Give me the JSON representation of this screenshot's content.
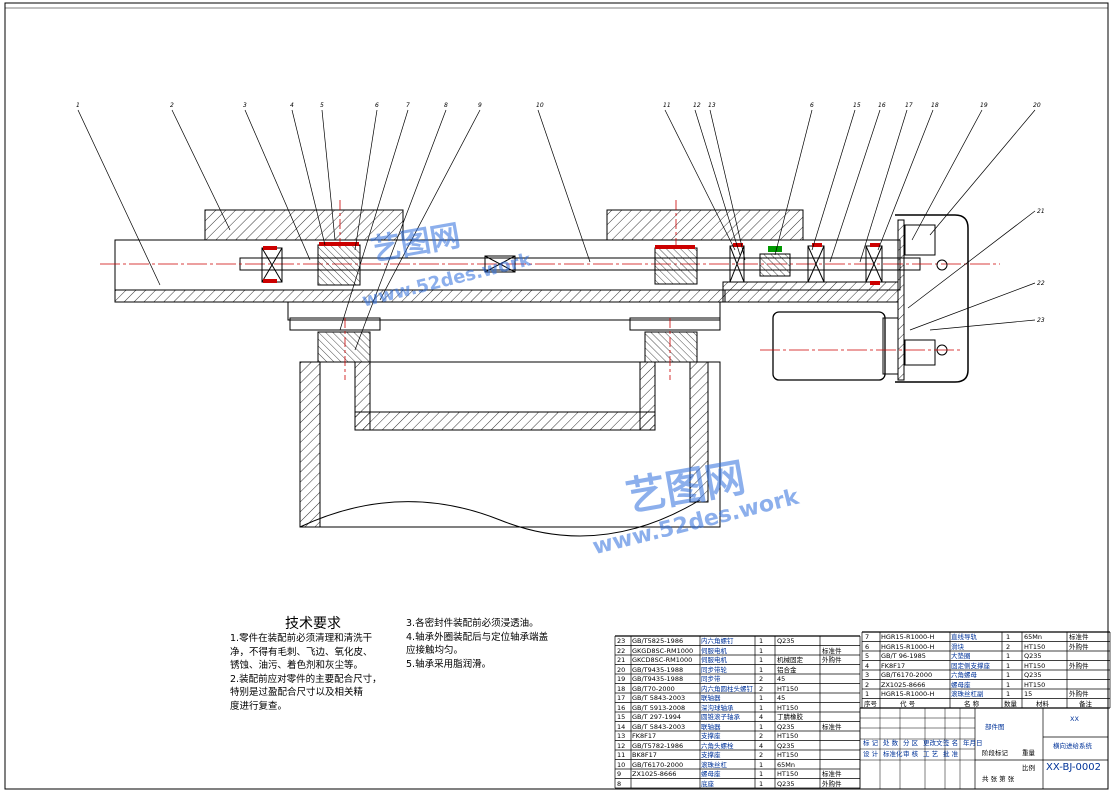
{
  "callouts": [
    "1",
    "2",
    "3",
    "4",
    "5",
    "6",
    "7",
    "8",
    "9",
    "10",
    "11",
    "12",
    "13",
    "6",
    "15",
    "16",
    "17",
    "18",
    "19",
    "20",
    "21",
    "22",
    "23"
  ],
  "watermark": {
    "brand": "艺图网",
    "url": "www.52des.work"
  },
  "tech_requirements": {
    "title": "技术要求",
    "items": [
      "1.零件在装配前必须清理和清洗干",
      "净，不得有毛刺、飞边、氧化皮、",
      "锈蚀、油污、着色剂和灰尘等。",
      "2.装配前应对零件的主要配合尺寸，",
      "特别是过盈配合尺寸以及相关精",
      "度进行复查。",
      "3.各密封件装配前必须浸透油。",
      "4.轴承外圈装配后与定位轴承端盖",
      "应接触均匀。",
      "5.轴承采用脂润滑。"
    ]
  },
  "bom_left": [
    {
      "no": "23",
      "code": "GB/T5825-1986",
      "name": "内六角螺钉",
      "qty": "1",
      "mat": "Q235",
      "note": ""
    },
    {
      "no": "22",
      "code": "GKGD8SC-RM1000",
      "name": "伺服电机",
      "qty": "1",
      "mat": "",
      "note": "标准件"
    },
    {
      "no": "21",
      "code": "GKCD8SC-RM1000",
      "name": "伺服电机",
      "qty": "1",
      "mat": "机械固定",
      "note": "外购件"
    },
    {
      "no": "20",
      "code": "GB/T9435-1988",
      "name": "同步带轮",
      "qty": "1",
      "mat": "铝合金",
      "note": ""
    },
    {
      "no": "19",
      "code": "GB/T9435-1988",
      "name": "同步带",
      "qty": "2",
      "mat": "45",
      "note": ""
    },
    {
      "no": "18",
      "code": "GB/T70-2000",
      "name": "内六角圆柱头螺钉",
      "qty": "2",
      "mat": "HT150",
      "note": ""
    },
    {
      "no": "17",
      "code": "GB/T 5843-2003",
      "name": "联轴器",
      "qty": "1",
      "mat": "45",
      "note": ""
    },
    {
      "no": "16",
      "code": "GB/T 5913-2008",
      "name": "深沟球轴承",
      "qty": "1",
      "mat": "HT150",
      "note": ""
    },
    {
      "no": "15",
      "code": "GB/T 297-1994",
      "name": "圆锥滚子轴承",
      "qty": "4",
      "mat": "丁腈橡胶",
      "note": ""
    },
    {
      "no": "14",
      "code": "GB/T 5843-2003",
      "name": "联轴器",
      "qty": "1",
      "mat": "Q235",
      "note": "标准件"
    },
    {
      "no": "13",
      "code": "FK8F17",
      "name": "支撑座",
      "qty": "2",
      "mat": "HT150",
      "note": ""
    },
    {
      "no": "12",
      "code": "GB/T5782-1986",
      "name": "六角头螺栓",
      "qty": "4",
      "mat": "Q235",
      "note": ""
    },
    {
      "no": "11",
      "code": "BK8F17",
      "name": "支撑座",
      "qty": "2",
      "mat": "HT150",
      "note": ""
    },
    {
      "no": "10",
      "code": "GB/T6170-2000",
      "name": "滚珠丝杠",
      "qty": "1",
      "mat": "65Mn",
      "note": ""
    },
    {
      "no": "9",
      "code": "ZX1025-8666",
      "name": "螺母座",
      "qty": "1",
      "mat": "HT150",
      "note": "标准件"
    },
    {
      "no": "8",
      "code": "",
      "name": "底座",
      "qty": "1",
      "mat": "Q235",
      "note": "外购件"
    }
  ],
  "bom_right": [
    {
      "no": "7",
      "code": "HGR15-R1000-H",
      "name": "直线导轨",
      "qty": "1",
      "mat": "65Mn",
      "note": "标准件"
    },
    {
      "no": "6",
      "code": "HGR15-R1000-H",
      "name": "滑块",
      "qty": "2",
      "mat": "HT150",
      "note": "外购件"
    },
    {
      "no": "5",
      "code": "GB/T 96-1985",
      "name": "大垫圈",
      "qty": "1",
      "mat": "Q235",
      "note": ""
    },
    {
      "no": "4",
      "code": "FK8F17",
      "name": "固定侧支撑座",
      "qty": "1",
      "mat": "HT150",
      "note": "外购件"
    },
    {
      "no": "3",
      "code": "GB/T6170-2000",
      "name": "六角螺母",
      "qty": "1",
      "mat": "Q235",
      "note": ""
    },
    {
      "no": "2",
      "code": "ZX1025-8666",
      "name": "螺母座",
      "qty": "1",
      "mat": "HT150",
      "note": ""
    },
    {
      "no": "1",
      "code": "HGR15-R1000-H",
      "name": "滚珠丝杠副",
      "qty": "1",
      "mat": "15",
      "note": "外购件"
    }
  ],
  "bom_header": {
    "no": "序号",
    "code": "代 号",
    "name": "名 称",
    "qty": "数量",
    "mat": "材料",
    "note": "备注"
  },
  "title_block": {
    "assembly": "部件图",
    "company": "XX",
    "drawing_name": "横向进给系统",
    "drawing_no": "XX-BJ-0002",
    "row_labels": [
      "标 记",
      "处 数",
      "分 区",
      "更改文件号",
      "签 名",
      "年月日",
      "设 计",
      "标准化",
      "审 核",
      "工 艺",
      "批 准"
    ],
    "stage": "阶段标记",
    "weight": "重量",
    "scale": "比例",
    "sheet": "共 张 第 张"
  }
}
